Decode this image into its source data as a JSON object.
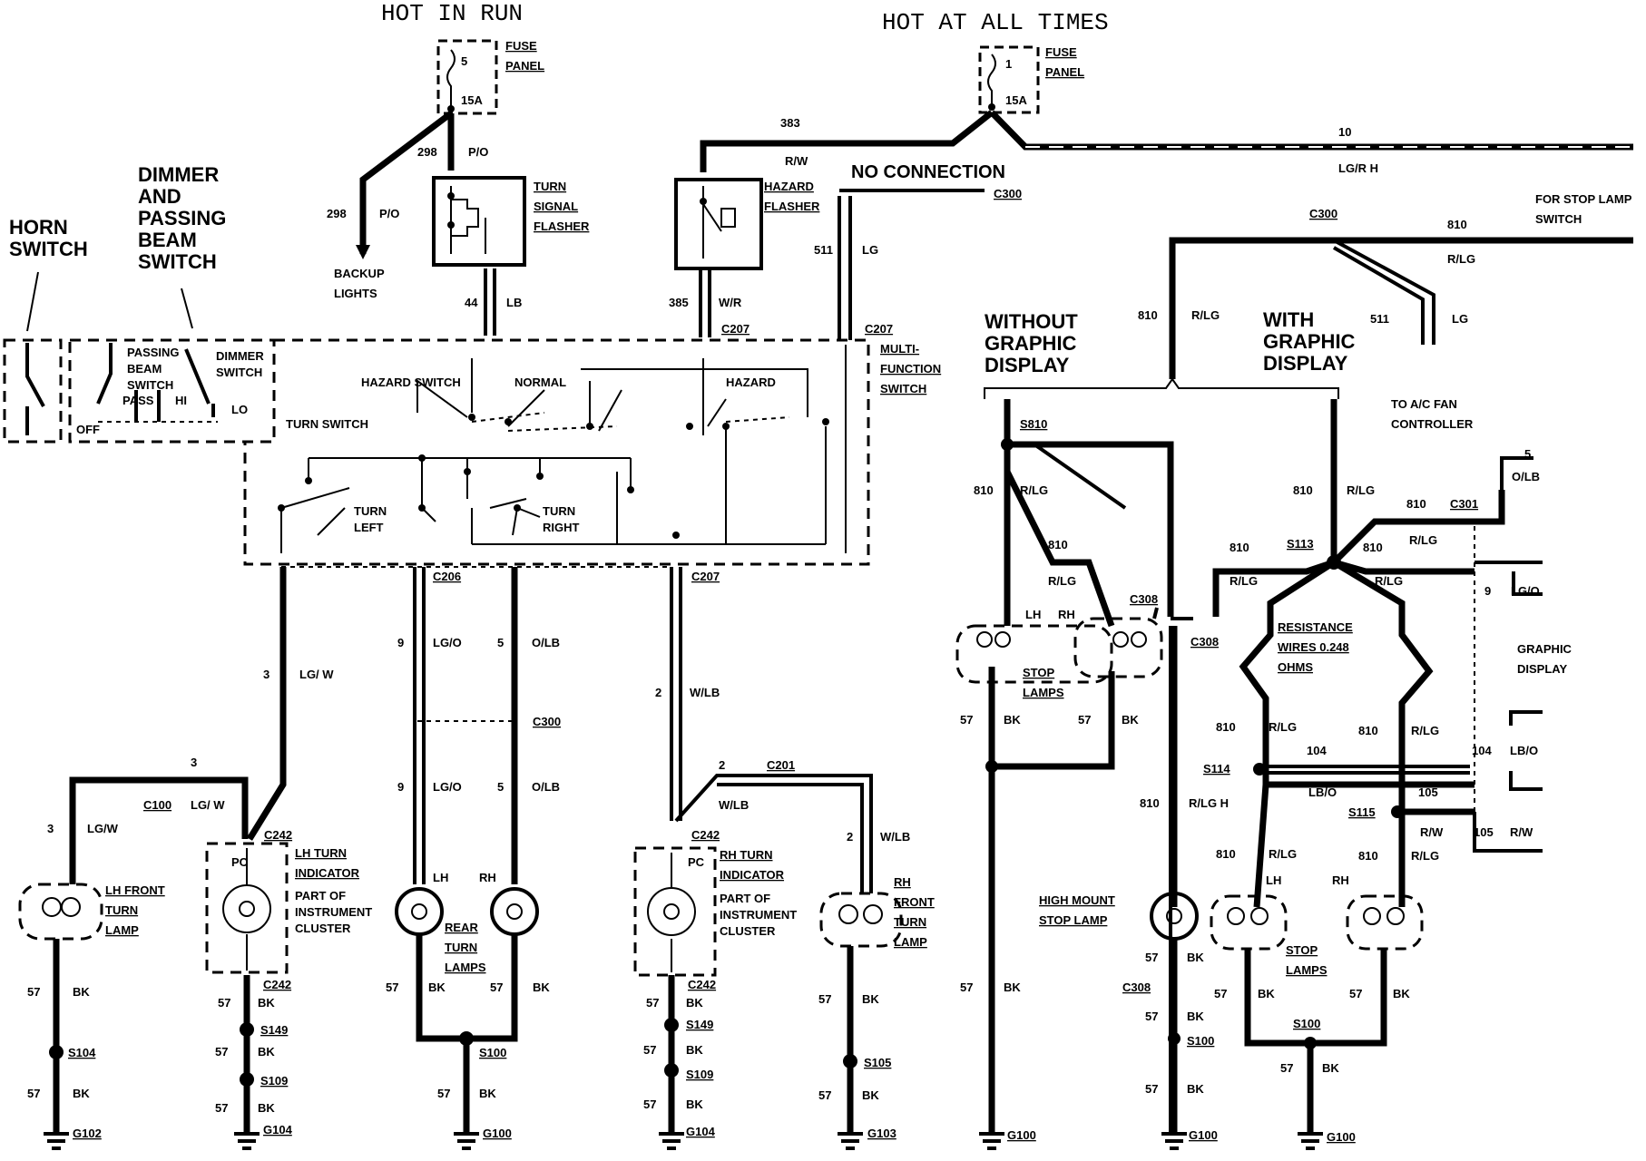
{
  "headers": {
    "hot_in_run": "HOT IN RUN",
    "hot_at_all_times": "HOT AT ALL TIMES"
  },
  "fuses": [
    {
      "num": "5",
      "rating": "15A",
      "label1": "FUSE",
      "label2": "PANEL"
    },
    {
      "num": "1",
      "rating": "15A",
      "label1": "FUSE",
      "label2": "PANEL"
    }
  ],
  "left": {
    "horn": [
      "HORN",
      "SWITCH"
    ],
    "dimmer": [
      "DIMMER",
      "AND",
      "PASSING",
      "BEAM",
      "SWITCH"
    ],
    "sw_passing": [
      "PASSING",
      "BEAM",
      "SWITCH"
    ],
    "sw_dimmer": [
      "DIMMER",
      "SWITCH"
    ],
    "pass": "PASS",
    "hi": "HI",
    "off": "OFF",
    "lo": "LO",
    "turn_switch": "TURN SWITCH"
  },
  "flashers": {
    "turn": [
      "TURN",
      "SIGNAL",
      "FLASHER"
    ],
    "hazard": [
      "HAZARD",
      "FLASHER"
    ],
    "no_connection": "NO CONNECTION",
    "backup": [
      "BACKUP",
      "LIGHTS"
    ]
  },
  "mfs": {
    "label": [
      "MULTI-",
      "FUNCTION",
      "SWITCH"
    ],
    "hazard_switch": "HAZARD SWITCH",
    "normal": "NORMAL",
    "hazard": "HAZARD",
    "turn_left": [
      "TURN",
      "LEFT"
    ],
    "turn_right": [
      "TURN",
      "RIGHT"
    ]
  },
  "wires": {
    "w298a": "298",
    "po_a": "P/O",
    "w298b": "298",
    "po_b": "P/O",
    "w383": "383",
    "rw": "R/W",
    "w10": "10",
    "lgrh": "LG/R H",
    "w44": "44",
    "lb": "LB",
    "w385": "385",
    "wr": "W/R",
    "w511": "511",
    "lg": "LG",
    "w3a": "3",
    "lgw_a": "LG/ W",
    "w3b": "3",
    "w3c": "3",
    "lgw_c": "LG/W",
    "lgw_b": "LG/ W",
    "w9a": "9",
    "lgo_a": "LG/O",
    "w5a": "5",
    "olb_a": "O/LB",
    "w9b": "9",
    "lgo_b": "LG/O",
    "w5b": "5",
    "olb_b": "O/LB",
    "w2a": "2",
    "wlb_a": "W/LB",
    "w2b": "2",
    "wlb_b": "W/LB",
    "w2c": "2",
    "wlb_c": "W/LB",
    "stop_lamp_sw": [
      "FOR STOP LAMP",
      "SWITCH"
    ],
    "w810a": "810",
    "rlg_a": "R/LG",
    "w810b": "810",
    "rlg_b": "R/LG",
    "w511b": "511",
    "lg_b": "LG"
  },
  "connectors": {
    "c207a": "C207",
    "c207b": "C207",
    "c206": "C206",
    "c207c": "C207",
    "c300a": "C300",
    "c300b": "C300",
    "c300c": "C300",
    "c100": "C100",
    "c242a": "C242",
    "c242b": "C242",
    "c242c": "C242",
    "c242d": "C242",
    "c201": "C201",
    "c308a": "C308",
    "c308b": "C308",
    "c308c": "C308",
    "c301": "C301"
  },
  "splices": {
    "s104": "S104",
    "s149a": "S149",
    "s109a": "S109",
    "s100a": "S100",
    "s149b": "S149",
    "s109b": "S109",
    "s105": "S105",
    "s810": "S810",
    "s113": "S113",
    "s114": "S114",
    "s115": "S115",
    "s100b": "S100",
    "s100c": "S100"
  },
  "grounds": {
    "g102": "G102",
    "g104a": "G104",
    "g100a": "G100",
    "g104b": "G104",
    "g103": "G103",
    "g100b": "G100",
    "g100c": "G100",
    "g100d": "G100"
  },
  "lamps": {
    "lh_front": [
      "LH FRONT",
      "TURN",
      "LAMP"
    ],
    "lh_ind": [
      "LH TURN",
      "INDICATOR"
    ],
    "part_of": [
      "PART OF",
      "INSTRUMENT",
      "CLUSTER"
    ],
    "rh_ind": [
      "RH TURN",
      "INDICATOR"
    ],
    "part_of2": [
      "PART OF",
      "INSTRUMENT",
      "CLUSTER"
    ],
    "pc": "PC",
    "rear": [
      "REAR",
      "TURN",
      "LAMPS"
    ],
    "lh": "LH",
    "rh": "RH",
    "rh_front": [
      "RH",
      "FRONT",
      "TURN",
      "LAMP"
    ],
    "stop": [
      "STOP",
      "LAMPS"
    ],
    "high_mount": [
      "HIGH MOUNT",
      "STOP LAMP"
    ]
  },
  "gnd_wires": {
    "w57": "57",
    "bk": "BK"
  },
  "right": {
    "without": [
      "WITHOUT",
      "GRAPHIC",
      "DISPLAY"
    ],
    "with": [
      "WITH",
      "GRAPHIC",
      "DISPLAY"
    ],
    "ac_fan": [
      "TO A/C FAN",
      "CONTROLLER"
    ],
    "resistance": [
      "RESISTANCE",
      "WIRES 0.248",
      "OHMS"
    ],
    "graphic_display": [
      "GRAPHIC",
      "DISPLAY"
    ],
    "w5": "5",
    "olb": "O/LB",
    "w9": "9",
    "lgo": "LG/O",
    "w104": "104",
    "lbo": "LB/O",
    "w105": "105",
    "rw": "R/W",
    "rlgh": "R/LG H"
  }
}
